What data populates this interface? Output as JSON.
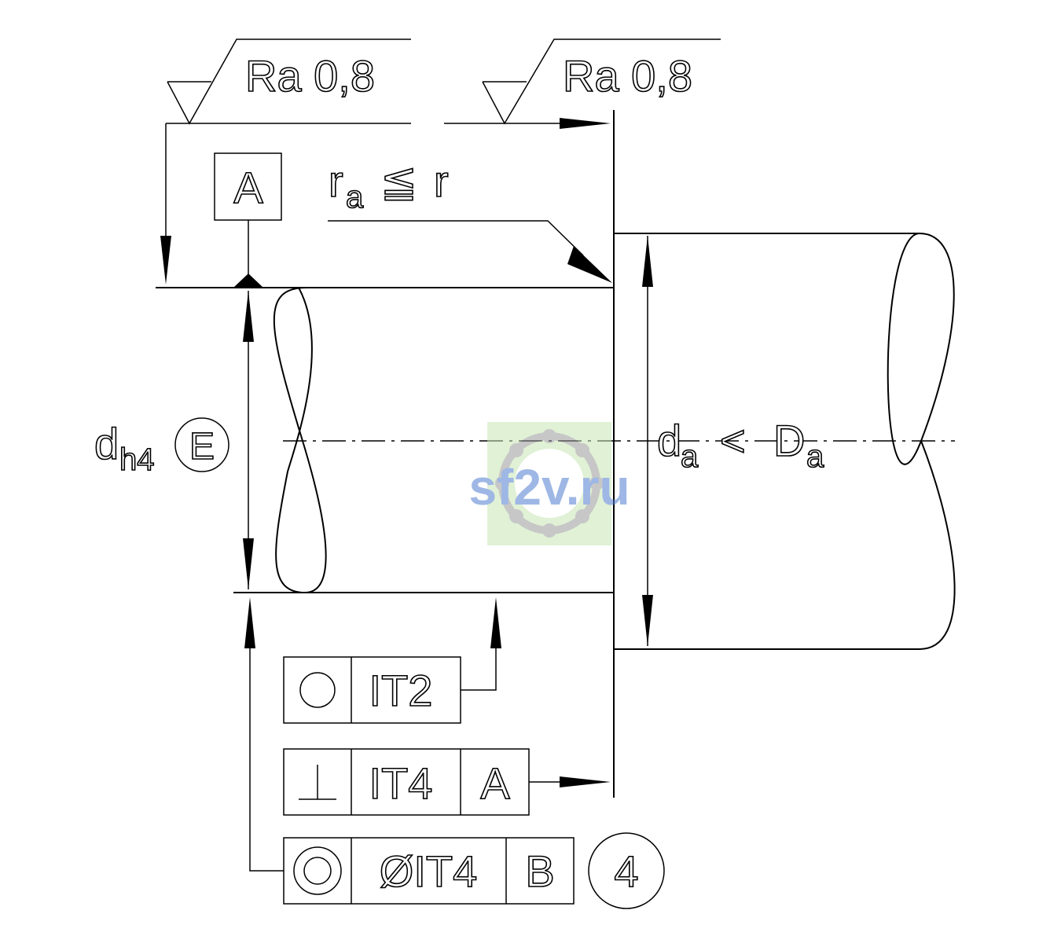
{
  "surface_finish": {
    "left": "Ra 0,8",
    "right": "Ra 0,8"
  },
  "datum_a": {
    "letter": "A"
  },
  "radius_note": {
    "main": "r",
    "sub": "a",
    "relation": "≦",
    "rhs": "r"
  },
  "shaft_diameter": {
    "main": "d",
    "sub": "h4",
    "envelope": "E"
  },
  "housing_diameter": {
    "main": "d",
    "sub": "a",
    "relation": "<",
    "rhs_main": "D",
    "rhs_sub": "a"
  },
  "frames": {
    "roundness": {
      "tolerance": "IT2"
    },
    "perpendicularity": {
      "tolerance": "IT4",
      "datum": "A"
    },
    "concentricity": {
      "tolerance": "ØIT4",
      "datum": "B",
      "note": "4"
    }
  },
  "watermark": {
    "text": "sf2v.ru"
  }
}
